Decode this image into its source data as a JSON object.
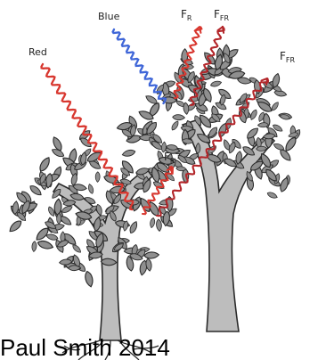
{
  "labels": {
    "blue": "Blue",
    "red": "Red",
    "fr": "F",
    "fr_sub": "R",
    "ffr": "F",
    "ffr_sub": "FR"
  },
  "credit": "Paul Smith 2014",
  "colors": {
    "blue_light": "#3f66d8",
    "red_light": "#d8372f",
    "dark_red_light": "#b3262a",
    "leaf": "#8f8f8f",
    "trunk": "#b8b8b8",
    "outline": "#2a2a2a"
  }
}
